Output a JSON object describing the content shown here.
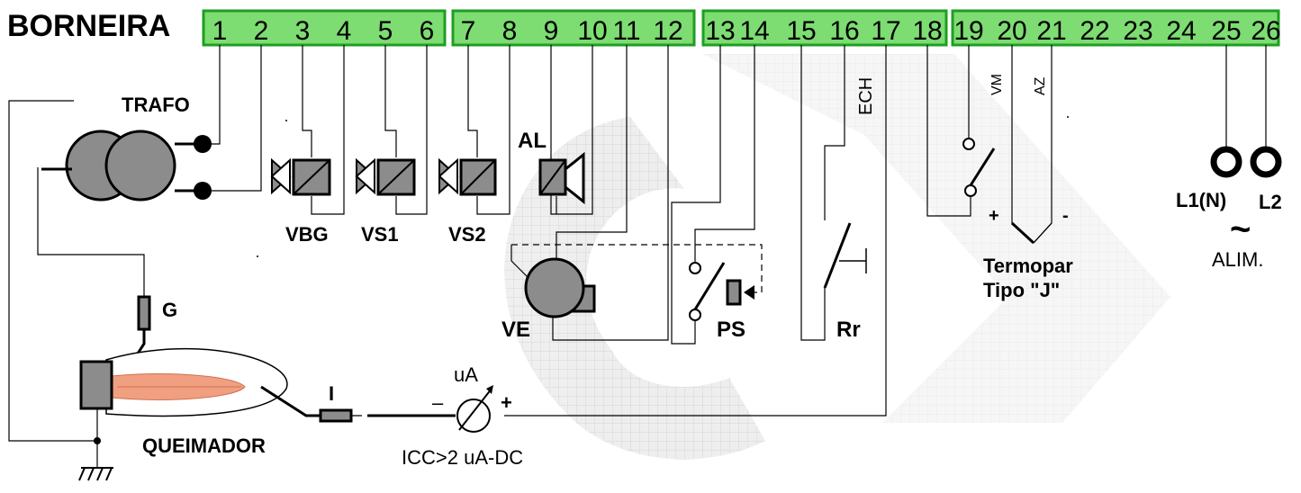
{
  "title": "BORNEIRA",
  "terminals": [
    "1",
    "2",
    "3",
    "4",
    "5",
    "6",
    "7",
    "8",
    "9",
    "10",
    "11",
    "12",
    "13",
    "14",
    "15",
    "16",
    "17",
    "18",
    "19",
    "20",
    "21",
    "22",
    "23",
    "24",
    "25",
    "26"
  ],
  "labels": {
    "trafo": "TRAFO",
    "vbg": "VBG",
    "vs1": "VS1",
    "vs2": "VS2",
    "al": "AL",
    "ve": "VE",
    "ps": "PS",
    "rr": "Rr",
    "ech": "ECH",
    "vm": "VM",
    "az": "AZ",
    "plus": "+",
    "minus": "-",
    "termopar_line1": "Termopar",
    "termopar_line2": "Tipo \"J\"",
    "l1": "L1(N)",
    "l2": "L2",
    "tilde": "~",
    "alim": "ALIM.",
    "g": "G",
    "queimador": "QUEIMADOR",
    "i": "I",
    "ua": "uA",
    "meter_minus": "–",
    "meter_plus": "+",
    "icc": "ICC>2 uA-DC"
  },
  "colors": {
    "terminal_fill": "#7ddc72",
    "terminal_border": "#1e9e22",
    "component_gray": "#8c8c8c",
    "flame": "#f0a080",
    "watermark": "#d8d8d8"
  }
}
